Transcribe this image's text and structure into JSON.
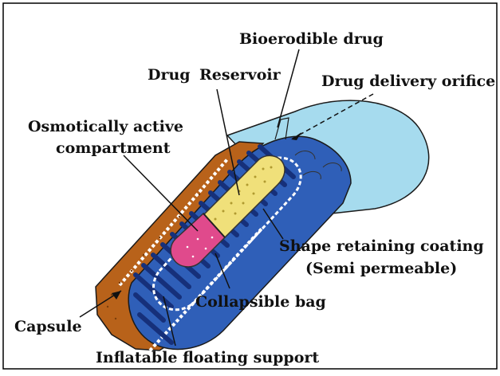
{
  "labels": {
    "bioerodible_drug": "Bioerodible drug",
    "drug_reservoir_1": "Drug",
    "drug_reservoir_2": "Reservoir",
    "drug_delivery_orifice": "Drug delivery orifice",
    "osmotic_line1": "Osmotically active",
    "osmotic_line2": "compartment",
    "shape_line1": "Shape retaining coating",
    "shape_line2": "(Semi permeable)",
    "collapsible_bag": "Collapsible bag",
    "capsule": "Capsule",
    "inflatable_support": "Inflatable floating support"
  },
  "colors": {
    "capsule_shell": "#b8621a",
    "blue_body": "#2f5fb8",
    "light_blue_cap": "#9ad6ec",
    "drug_reservoir": "#f0e07a",
    "osmotic_compartment": "#e04a8c",
    "ribs": "#16307a"
  }
}
